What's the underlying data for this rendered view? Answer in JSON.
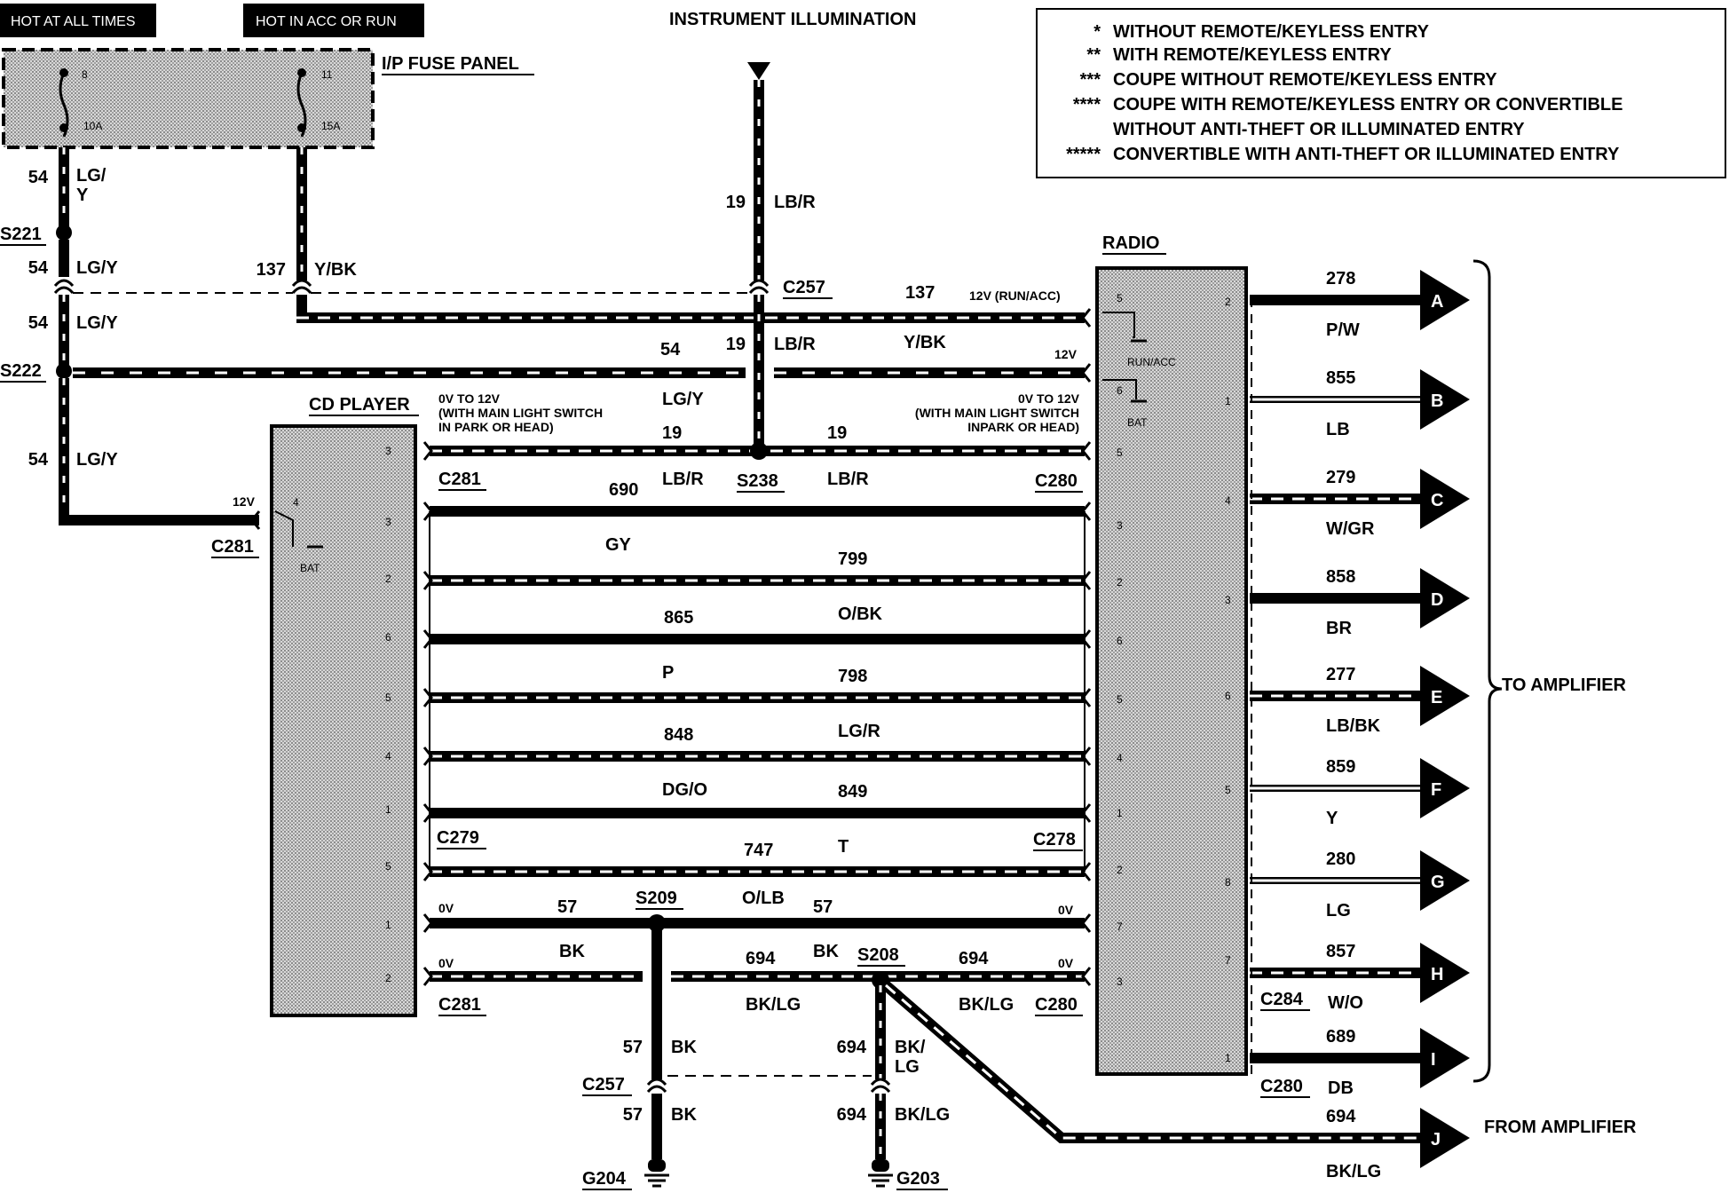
{
  "badges": {
    "hot_all_times": "HOT AT ALL TIMES",
    "hot_acc_run": "HOT IN ACC OR RUN"
  },
  "headings": {
    "ip_fuse_panel": "I/P FUSE PANEL",
    "instrument_illumination": "INSTRUMENT ILLUMINATION",
    "radio": "RADIO",
    "cd_player": "CD PLAYER",
    "to_amplifier": "TO AMPLIFIER",
    "from_amplifier": "FROM AMPLIFIER"
  },
  "fuses": [
    {
      "number": "8",
      "rating": "10A"
    },
    {
      "number": "11",
      "rating": "15A"
    }
  ],
  "legend": [
    {
      "mark": "*",
      "text": "WITHOUT REMOTE/KEYLESS ENTRY"
    },
    {
      "mark": "**",
      "text": "WITH REMOTE/KEYLESS ENTRY"
    },
    {
      "mark": "***",
      "text": "COUPE WITHOUT REMOTE/KEYLESS ENTRY"
    },
    {
      "mark": "****",
      "text": "COUPE WITH REMOTE/KEYLESS ENTRY OR CONVERTIBLE"
    },
    {
      "mark": "",
      "text": "WITHOUT ANTI-THEFT OR ILLUMINATED ENTRY"
    },
    {
      "mark": "*****",
      "text": "CONVERTIBLE WITH ANTI-THEFT OR ILLUMINATED ENTRY"
    }
  ],
  "splices": {
    "s221": "S221",
    "s222": "S222",
    "s238": "S238",
    "s209": "S209",
    "s208": "S208"
  },
  "connectors": {
    "c257": "C257",
    "c281": "C281",
    "c280": "C280",
    "c279": "C279",
    "c278": "C278",
    "c284": "C284",
    "g204": "G204",
    "g203": "G203"
  },
  "left_feed": [
    {
      "circuit": "54",
      "color": "LG/",
      "color2": "Y"
    },
    {
      "circuit": "54",
      "color": "LG/Y"
    },
    {
      "circuit": "54",
      "color": "LG/Y"
    },
    {
      "circuit": "54",
      "color": "LG/Y"
    }
  ],
  "top_wires": {
    "w137_circuit": "137",
    "w137_color": "Y/BK",
    "w137_right_circuit": "137",
    "w137_right_color": "Y/BK",
    "run_acc_note": "12V (RUN/ACC)",
    "w19_circuit": "19",
    "w19_color": "LB/R",
    "w19_mid_circuit": "19",
    "w19_mid_color": "LB/R",
    "w54_circuit": "54",
    "w54_color": "LG/Y",
    "w54_volt": "12V",
    "illum_left_note_1": "0V TO 12V",
    "illum_left_note_2": "(WITH MAIN LIGHT SWITCH",
    "illum_left_note_3": "IN PARK OR HEAD)",
    "illum_right_note_1": "0V TO 12V",
    "illum_right_note_2": "(WITH MAIN LIGHT SWITCH",
    "illum_right_note_3": "INPARK OR HEAD)",
    "w19_left_circuit": "19",
    "w19_left_color": "LB/R",
    "w19_right_circuit": "19",
    "w19_right_color": "LB/R",
    "cd_12v": "12V",
    "bat": "BAT",
    "run_acc": "RUN/ACC"
  },
  "harness": [
    {
      "circuit": "690",
      "color": "GY"
    },
    {
      "circuit": "799",
      "color": "O/BK"
    },
    {
      "circuit": "865",
      "color": "P"
    },
    {
      "circuit": "798",
      "color": "LG/R"
    },
    {
      "circuit": "848",
      "color": "DG/O"
    },
    {
      "circuit": "849",
      "color": "T"
    },
    {
      "circuit": "747",
      "color": "O/LB"
    }
  ],
  "ground_wires": {
    "w57_circuit": "57",
    "w57_color": "BK",
    "w57_right_circuit": "57",
    "ov": "0V",
    "w694_circuit": "694",
    "w694_color": "BK/LG",
    "w694_right_circuit": "694",
    "w694_right_color": "BK/LG",
    "bk": "BK",
    "drop57_circuit": "57",
    "drop57_color": "BK",
    "drop57b_circuit": "57",
    "drop57b_color": "BK",
    "drop694_circuit": "694",
    "drop694_color": "BK/",
    "drop694_color2": "LG",
    "drop694b_circuit": "694",
    "drop694b_color": "BK/LG"
  },
  "cd_pins": [
    "3",
    "4",
    "3",
    "2",
    "6",
    "5",
    "4",
    "1",
    "5",
    "1",
    "2"
  ],
  "radio_left_pins": [
    "5",
    "6",
    "5",
    "3",
    "2",
    "6",
    "5",
    "4",
    "1",
    "2",
    "7",
    "3"
  ],
  "radio_right_pins": [
    "2",
    "1",
    "4",
    "3",
    "6",
    "5",
    "8",
    "7",
    "1"
  ],
  "outputs": [
    {
      "letter": "A",
      "circuit": "278",
      "color": "P/W"
    },
    {
      "letter": "B",
      "circuit": "855",
      "color": "LB"
    },
    {
      "letter": "C",
      "circuit": "279",
      "color": "W/GR"
    },
    {
      "letter": "D",
      "circuit": "858",
      "color": "BR"
    },
    {
      "letter": "E",
      "circuit": "277",
      "color": "LB/BK"
    },
    {
      "letter": "F",
      "circuit": "859",
      "color": "Y"
    },
    {
      "letter": "G",
      "circuit": "280",
      "color": "LG"
    },
    {
      "letter": "H",
      "circuit": "857",
      "color": "W/O"
    },
    {
      "letter": "I",
      "circuit": "689",
      "color": "DB"
    },
    {
      "letter": "J",
      "circuit": "694",
      "color": "BK/LG"
    }
  ]
}
